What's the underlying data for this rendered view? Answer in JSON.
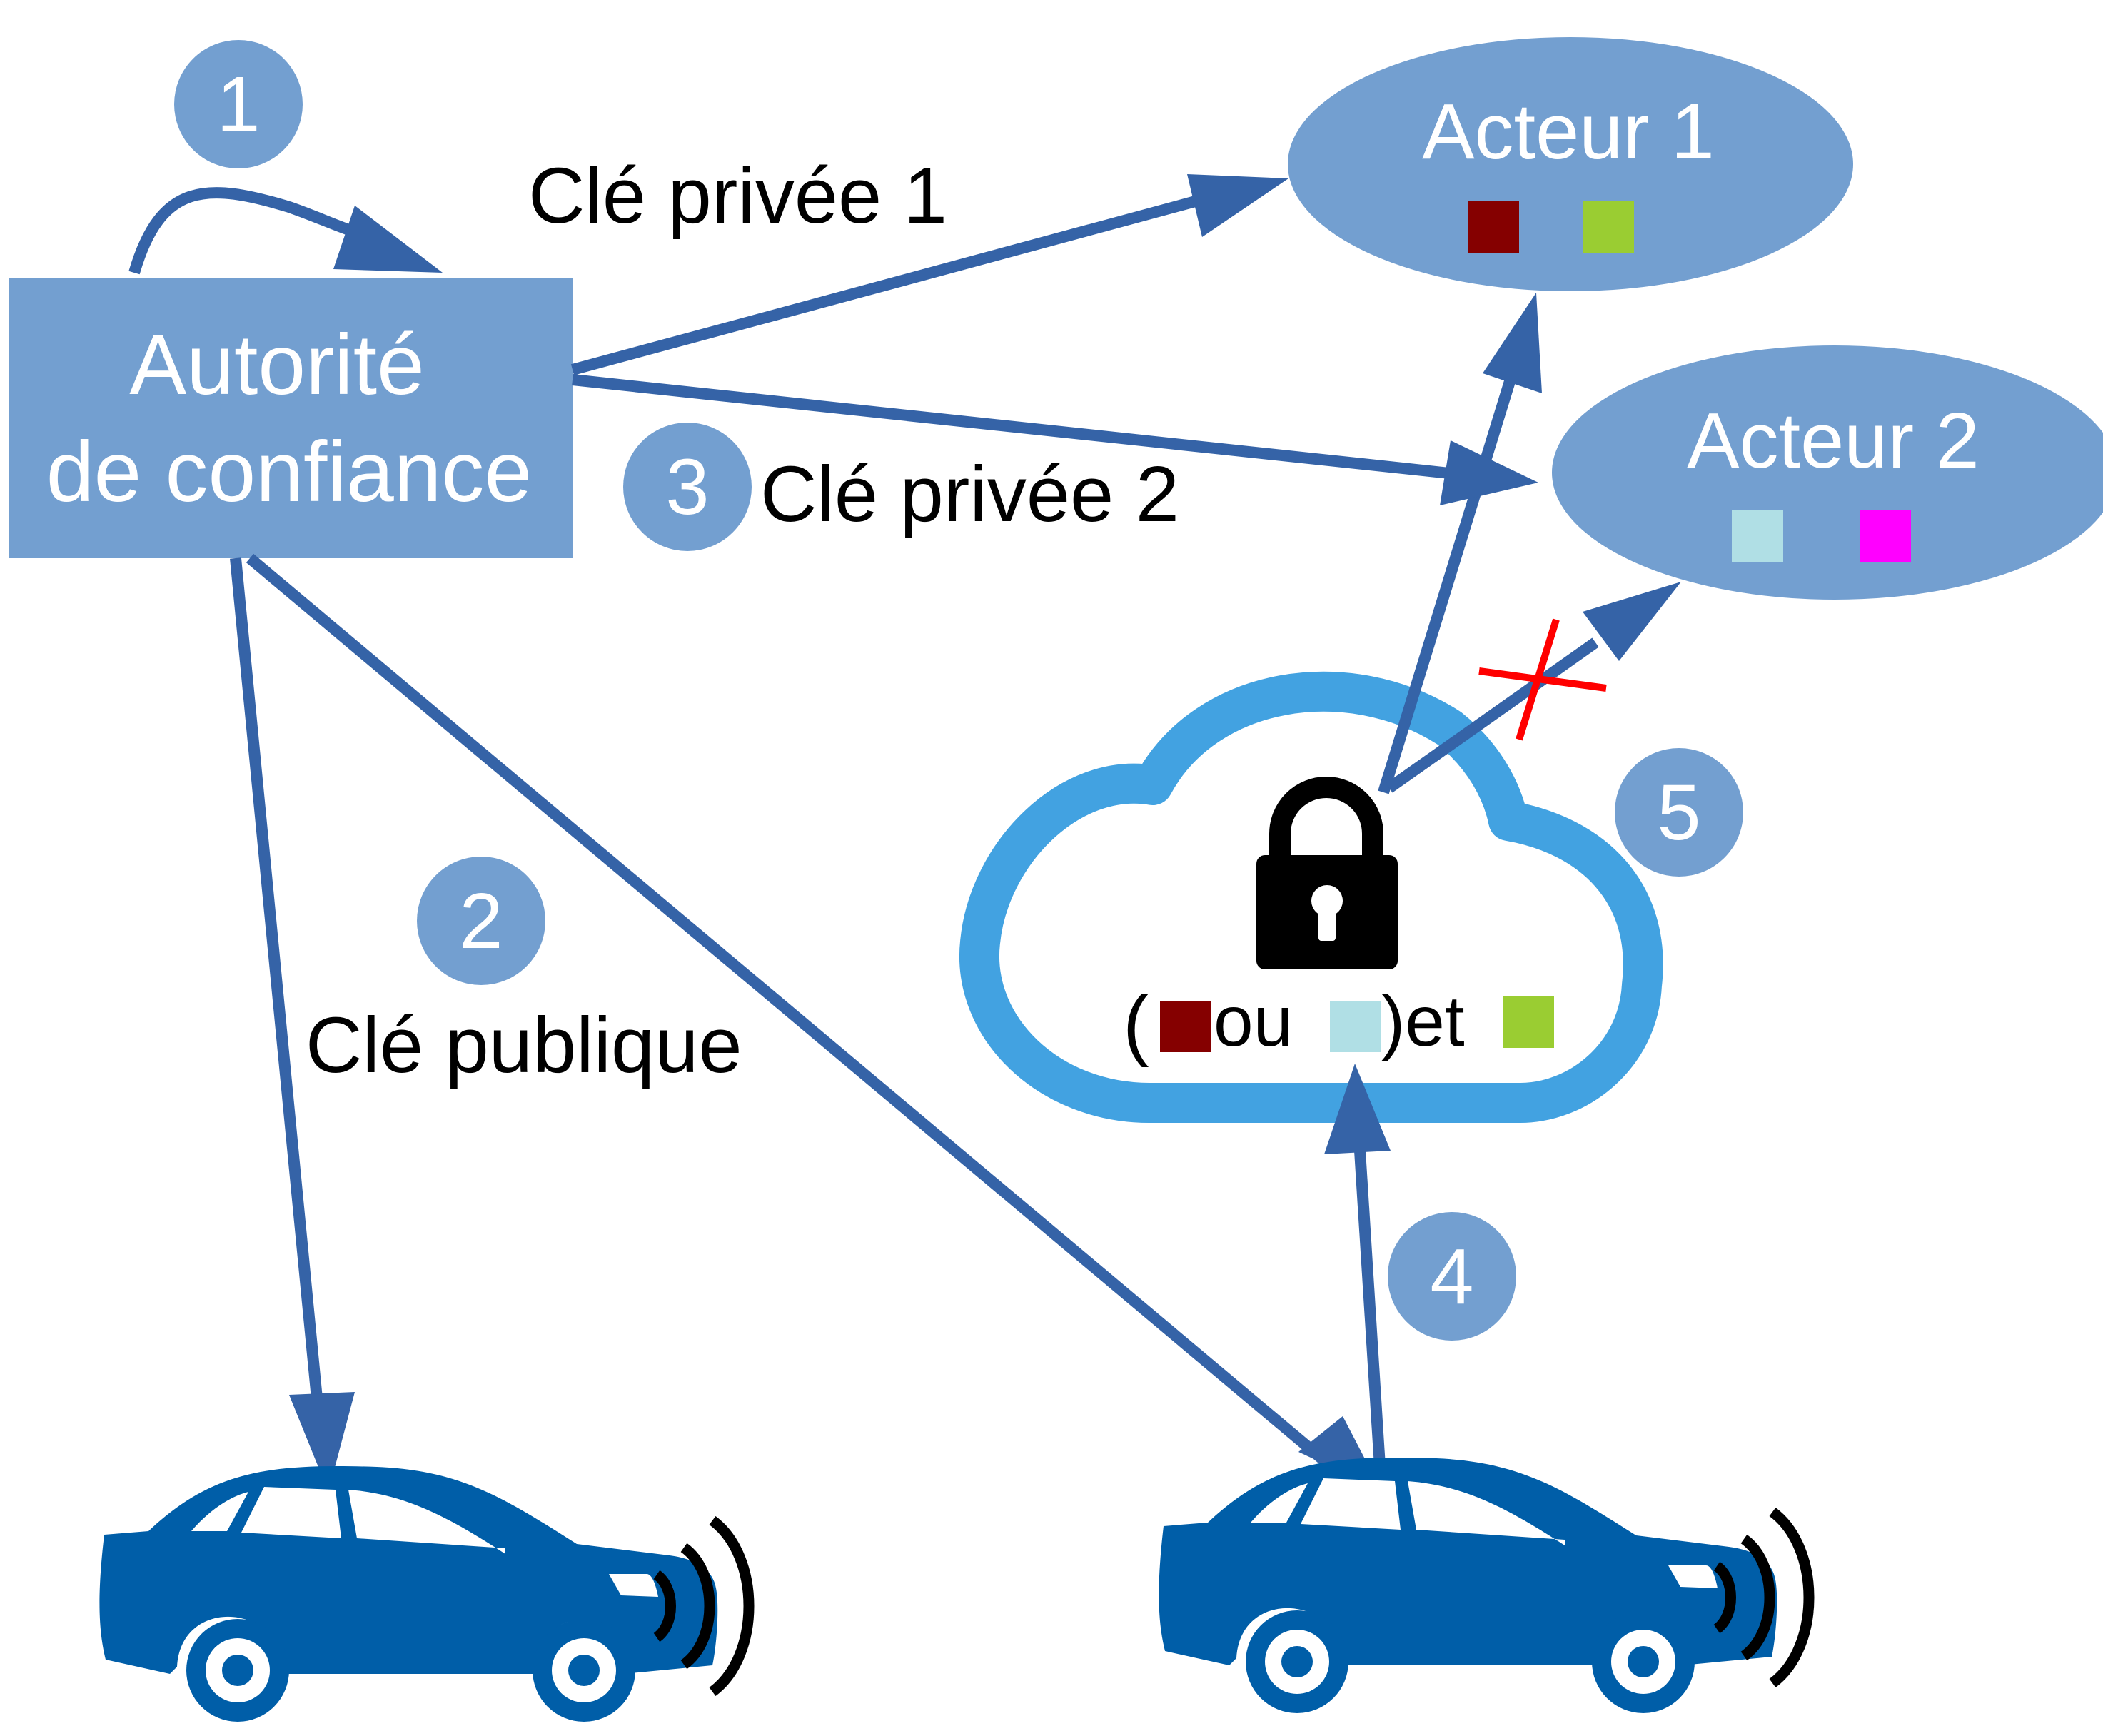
{
  "colors": {
    "box_fill": "#739fd0",
    "arrow": "#3563a7",
    "cloud": "#42a2e1",
    "car": "#005ea8",
    "cross": "#ff0000",
    "label_text": "#000000",
    "light_text": "#ffffff"
  },
  "authority": {
    "line1": "Autorité",
    "line2": "de confiance"
  },
  "actors": [
    {
      "label": "Acteur 1",
      "attributes": [
        "#850000",
        "#9acd32"
      ]
    },
    {
      "label": "Acteur 2",
      "attributes": [
        "#b0dfe5",
        "#ff00ff"
      ]
    }
  ],
  "steps": [
    "1",
    "2",
    "3",
    "4",
    "5"
  ],
  "labels": {
    "private_key_1": "Clé privée 1",
    "private_key_2": "Clé privée 2",
    "public_key": "Clé publique"
  },
  "cloud": {
    "policy_open": "(",
    "policy_or": "ou",
    "policy_close": ")et",
    "policy_attributes": [
      "#850000",
      "#b0dfe5",
      "#9acd32"
    ],
    "lock_icon": "padlock-icon"
  },
  "vehicles": [
    {
      "icon": "car-icon",
      "signal_icon": "wireless-signal-icon"
    },
    {
      "icon": "car-icon",
      "signal_icon": "wireless-signal-icon"
    }
  ]
}
